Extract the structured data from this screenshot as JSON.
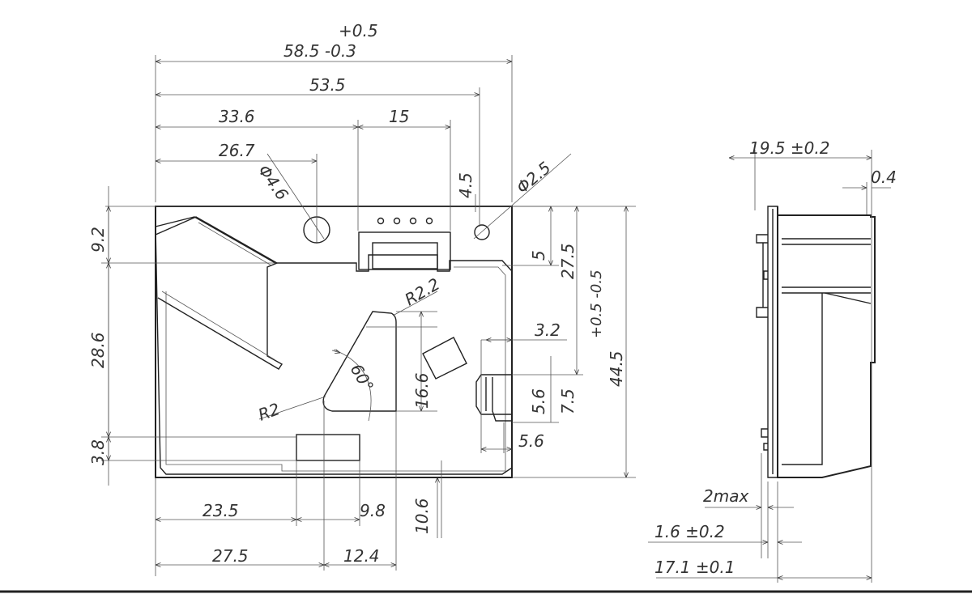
{
  "front_view": {
    "width_tol_upper": "+0.5",
    "width_main": "58.5 -0.3",
    "d_53_5": "53.5",
    "d_33_6": "33.6",
    "d_15": "15",
    "d_26_7": "26.7",
    "hole_large": "Φ4.6",
    "hole_small": "Φ2.5",
    "d_4_5": "4.5",
    "d_9_2": "9.2",
    "d_28_6": "28.6",
    "d_3_8": "3.8",
    "d_5": "5",
    "d_27_5_v": "27.5",
    "height_tol": "+0.5 -0.5",
    "height_main": "44.5",
    "d_3_2": "3.2",
    "d_5_6_v": "5.6",
    "d_7_5": "7.5",
    "d_5_6_h": "5.6",
    "r_2_2": "R2.2",
    "r_2": "R2",
    "angle": "60°",
    "d_16_6": "16.6",
    "d_23_5": "23.5",
    "d_9_8": "9.8",
    "d_10_6": "10.6",
    "d_27_5_h": "27.5",
    "d_12_4": "12.4"
  },
  "side_view": {
    "depth": "19.5 ±0.2",
    "d_0_4": "0.4",
    "d_2max": "2max",
    "d_1_6": "1.6 ±0.2",
    "d_17_1": "17.1 ±0.1"
  }
}
